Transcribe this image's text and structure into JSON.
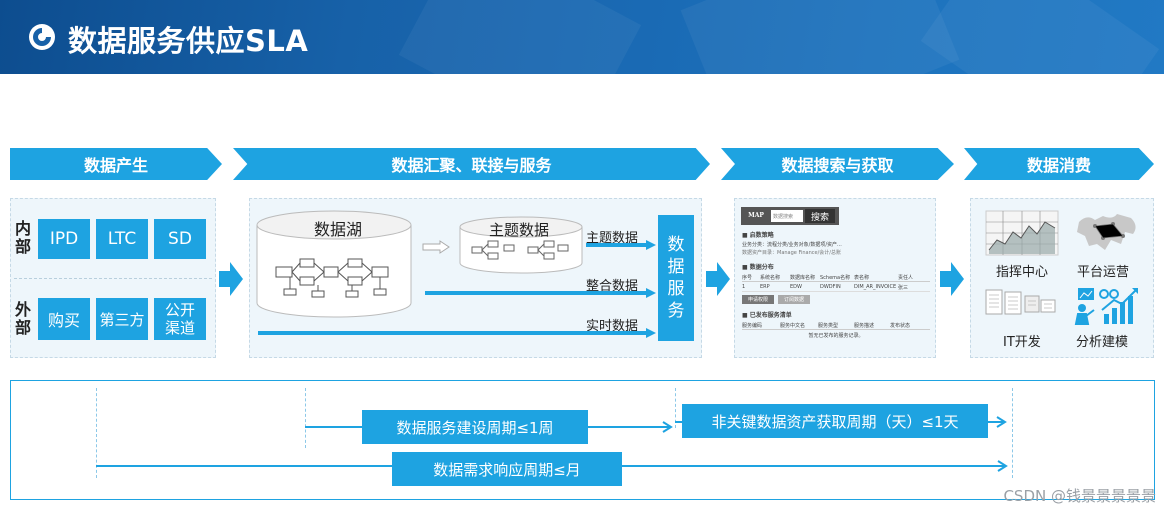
{
  "header": {
    "title": "数据服务供应SLA"
  },
  "stages": [
    "数据产生",
    "数据汇聚、联接与服务",
    "数据搜索与获取",
    "数据消费"
  ],
  "production": {
    "internal_label": "内部",
    "internal_items": [
      "IPD",
      "LTC",
      "SD"
    ],
    "external_label": "外部",
    "external_items": [
      "购买",
      "第三方",
      "公开渠道"
    ]
  },
  "aggregation": {
    "lake_label": "数据湖",
    "topic_label": "主题数据",
    "flows": [
      "主题数据",
      "整合数据",
      "实时数据"
    ],
    "service_label": "数据服务"
  },
  "search": {
    "brand": "MAP",
    "search_button": "搜索",
    "placeholder": "数据搜索",
    "sections": [
      "启数策略",
      "数据分布",
      "已发布服务清单"
    ],
    "line1": "业务分类：流程分类/业务对象/数据项/资产...",
    "line2": "数据资产目录：Manage Finance/会计/总账",
    "table_headers": [
      "序号",
      "系统名称",
      "数据库名称",
      "Schema名称",
      "表名称",
      "责任人"
    ],
    "table_row": [
      "1",
      "ERP",
      "EDW",
      "DWDFIN",
      "DIM_AR_INVOICE",
      "张三"
    ],
    "buttons": [
      "申请权限",
      "订阅数据"
    ],
    "service_headers": [
      "服务编码",
      "服务中文名",
      "服务类型",
      "服务描述",
      "发布状态"
    ],
    "service_empty": "暂无已发布的服务记录。"
  },
  "consumption": {
    "items": [
      "指挥中心",
      "平台运营",
      "IT开发",
      "分析建模"
    ]
  },
  "sla": {
    "build_cycle": "数据服务建设周期≤1周",
    "acquire_cycle": "非关键数据资产获取周期（天）≤1天",
    "response_cycle": "数据需求响应周期≤月"
  },
  "watermark": "CSDN @钱景景景景景",
  "colors": {
    "accent": "#1ea3e1",
    "header": "#1761a8",
    "panel": "#eef6fb"
  }
}
